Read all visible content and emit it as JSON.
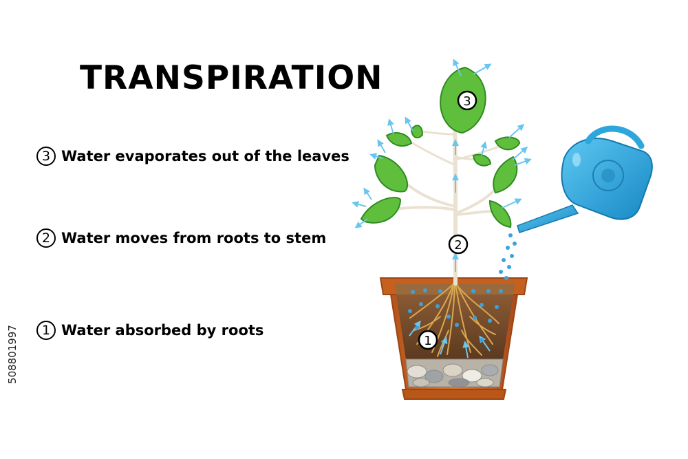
{
  "title": "TRANSPIRATION",
  "steps": [
    {
      "number": "3",
      "text": "Water evaporates out of the leaves"
    },
    {
      "number": "2",
      "text": "Water moves from roots to stem"
    },
    {
      "number": "1",
      "text": "Water absorbed by roots"
    }
  ],
  "diagram_markers": {
    "leaf": "3",
    "stem": "2",
    "roots": "1"
  },
  "watermark_id": "508801997",
  "colors": {
    "leaf": "#5fbf3c",
    "leaf_dark": "#2f8a22",
    "water_arrow": "#69c6ef",
    "water_drop": "#3aa2e0",
    "can": "#2ca6dc",
    "pot": "#c8621d",
    "soil": "#7a4e2c",
    "roots": "#d9a84f",
    "stem": "#eae1d1"
  },
  "icons": [
    "leaf-icon",
    "watering-can-icon",
    "flower-pot-icon",
    "water-drop-icon",
    "arrow-icon"
  ]
}
